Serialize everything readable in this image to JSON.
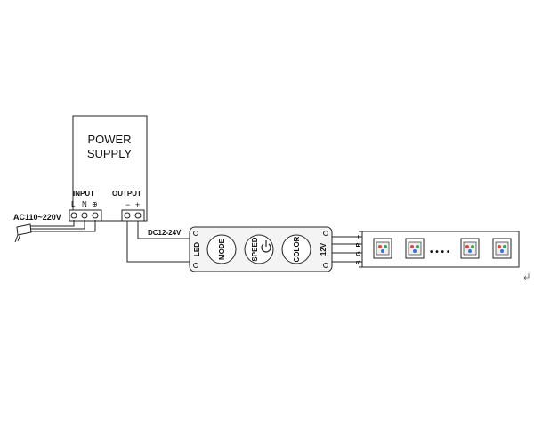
{
  "power_supply": {
    "title_line1": "POWER",
    "title_line2": "SUPPLY",
    "input_label": "INPUT",
    "output_label": "OUTPUT",
    "terminal_l": "L",
    "terminal_n": "N",
    "terminal_ground": "⊕",
    "terminal_minus": "−",
    "terminal_plus": "+"
  },
  "mains_label": "AC110~220V",
  "dc_label": "DC12-24V",
  "controller": {
    "led_label": "LED",
    "mode_label": "MODE",
    "speed_label": "SPEED",
    "color_label": "COLOR",
    "voltage_label": "12V"
  },
  "strip": {
    "pin_labels": [
      "+",
      "R",
      "G",
      "B"
    ],
    "ellipsis": "• • • •"
  },
  "colors": {
    "line": "#222222",
    "controller_body": "#f4f4f4",
    "led_red": "#e0483a",
    "led_green": "#3aa35a",
    "led_blue": "#3b6fd6"
  }
}
